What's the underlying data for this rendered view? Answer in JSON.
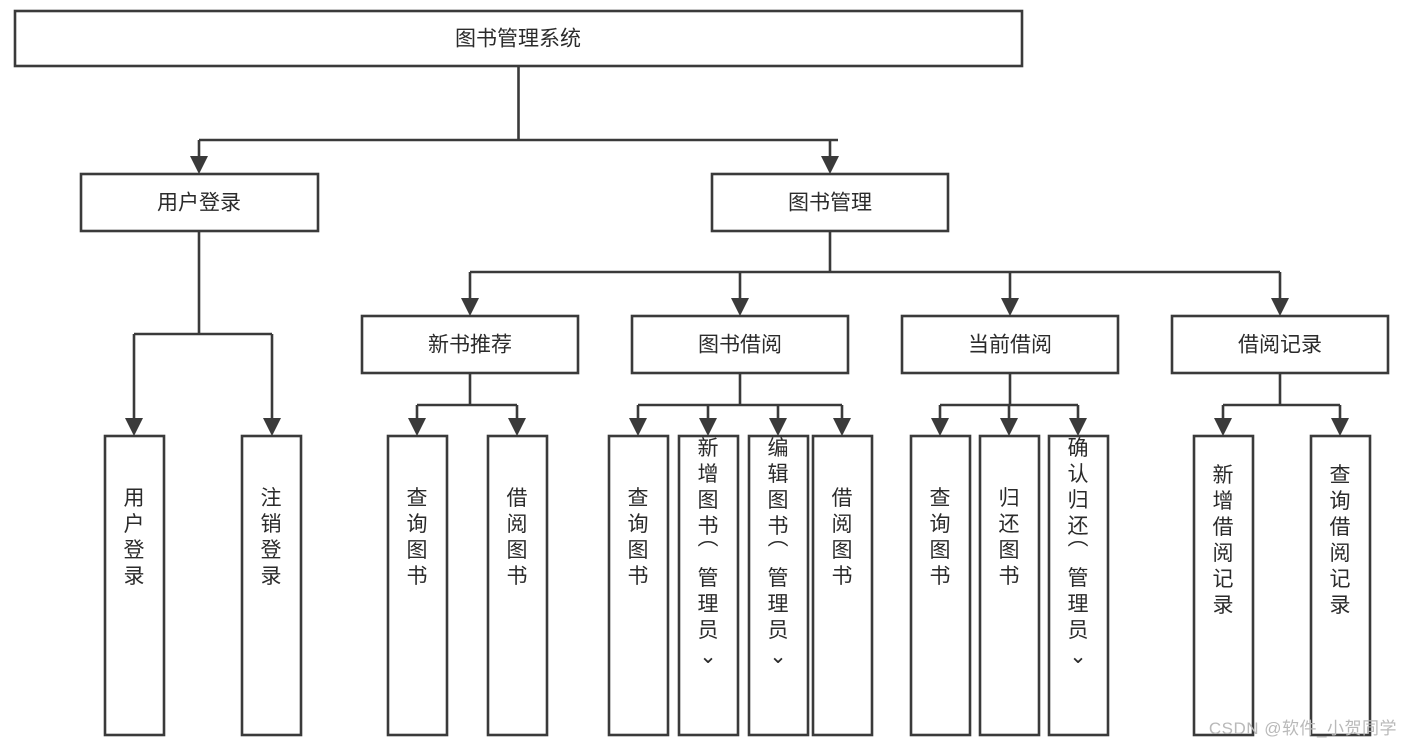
{
  "diagram": {
    "type": "tree-hierarchy",
    "title": "图书管理系统",
    "watermark": "CSDN @软件_小贺同学",
    "colors": {
      "stroke": "#3a3a3a",
      "box_fill": "#ffffff",
      "text": "#2b2b2b",
      "background": "#ffffff",
      "watermark": "#b9b9b9"
    },
    "levels": [
      {
        "level": 0,
        "nodes": [
          {
            "id": "root",
            "label": "图书管理系统",
            "orientation": "horizontal"
          }
        ]
      },
      {
        "level": 1,
        "nodes": [
          {
            "id": "user-login",
            "label": "用户登录",
            "orientation": "horizontal",
            "parent": "root"
          },
          {
            "id": "book-manage",
            "label": "图书管理",
            "orientation": "horizontal",
            "parent": "root"
          }
        ]
      },
      {
        "level": 2,
        "nodes": [
          {
            "id": "new-book-rec",
            "label": "新书推荐",
            "orientation": "horizontal",
            "parent": "book-manage"
          },
          {
            "id": "book-borrow",
            "label": "图书借阅",
            "orientation": "horizontal",
            "parent": "book-manage"
          },
          {
            "id": "current-borrow",
            "label": "当前借阅",
            "orientation": "horizontal",
            "parent": "book-manage"
          },
          {
            "id": "borrow-record",
            "label": "借阅记录",
            "orientation": "horizontal",
            "parent": "book-manage"
          }
        ]
      },
      {
        "level": 3,
        "nodes": [
          {
            "id": "leaf-user-login",
            "label": "用户登录",
            "orientation": "vertical",
            "parent": "user-login"
          },
          {
            "id": "leaf-user-logout",
            "label": "注销登录",
            "orientation": "vertical",
            "parent": "user-login"
          },
          {
            "id": "leaf-query-book-1",
            "label": "查询图书",
            "orientation": "vertical",
            "parent": "new-book-rec"
          },
          {
            "id": "leaf-borrow-book-1",
            "label": "借阅图书",
            "orientation": "vertical",
            "parent": "new-book-rec"
          },
          {
            "id": "leaf-query-book-2",
            "label": "查询图书",
            "orientation": "vertical",
            "parent": "book-borrow"
          },
          {
            "id": "leaf-add-book",
            "label": "新增图书（管理员）",
            "orientation": "vertical",
            "parent": "book-borrow"
          },
          {
            "id": "leaf-edit-book",
            "label": "编辑图书（管理员）",
            "orientation": "vertical",
            "parent": "book-borrow"
          },
          {
            "id": "leaf-borrow-book-2",
            "label": "借阅图书",
            "orientation": "vertical",
            "parent": "book-borrow"
          },
          {
            "id": "leaf-query-book-3",
            "label": "查询图书",
            "orientation": "vertical",
            "parent": "current-borrow"
          },
          {
            "id": "leaf-return-book",
            "label": "归还图书",
            "orientation": "vertical",
            "parent": "current-borrow"
          },
          {
            "id": "leaf-confirm-return",
            "label": "确认归还（管理员）",
            "orientation": "vertical",
            "parent": "current-borrow"
          },
          {
            "id": "leaf-add-record",
            "label": "新增借阅记录",
            "orientation": "vertical",
            "parent": "borrow-record"
          },
          {
            "id": "leaf-query-record",
            "label": "查询借阅记录",
            "orientation": "vertical",
            "parent": "borrow-record"
          }
        ]
      }
    ]
  }
}
